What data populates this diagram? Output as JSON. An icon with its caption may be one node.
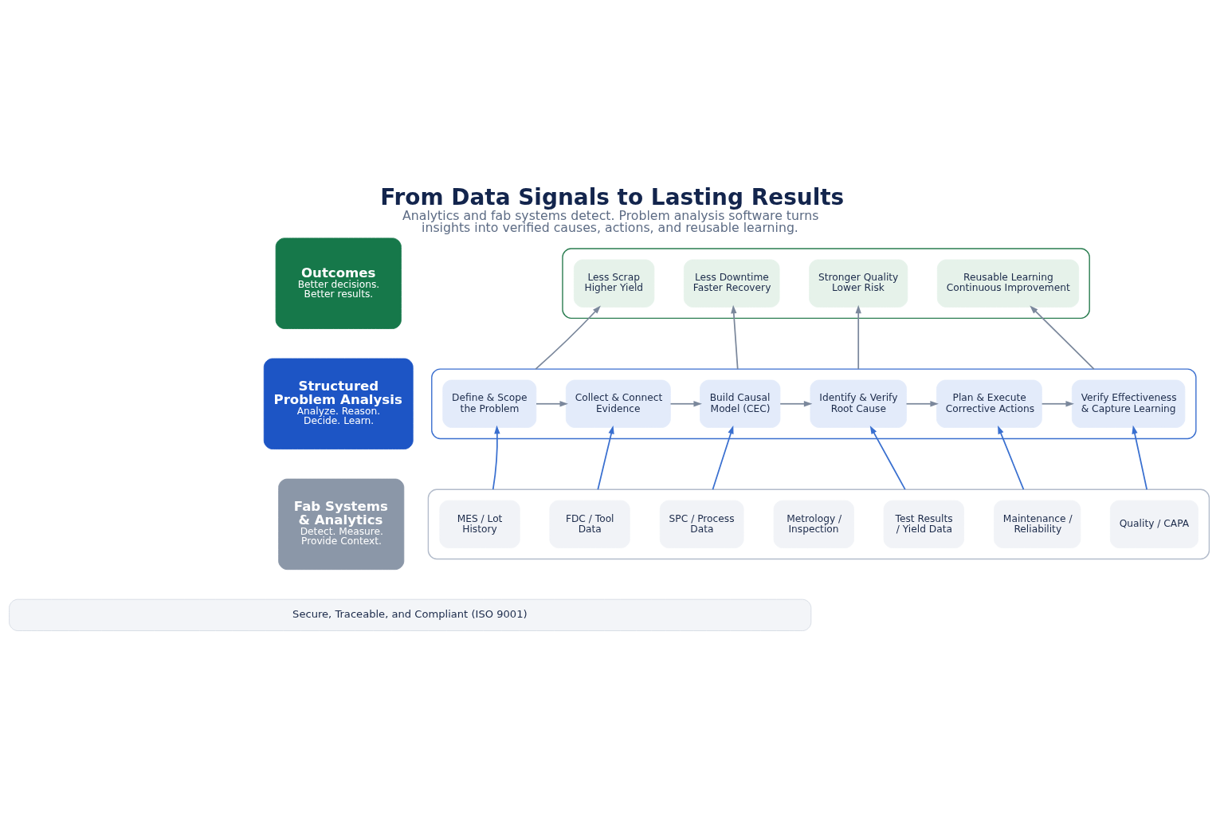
{
  "diagram": {
    "title": "From Data Signals to Lasting Results",
    "caption": "Analytics and fab systems detect. Problem analysis software turns insights into verified causes, actions, and reusable learning.",
    "nodes": [
      {
        "text": [
          "Outcomes",
          "Better decisions. Better results."
        ]
      },
      {
        "text": [],
        "shape": "box"
      },
      {
        "text": [
          "Less Scrap Higher Yield"
        ],
        "in": 1
      },
      {
        "text": [
          "Less Downtime Faster Recovery"
        ],
        "in": 1
      },
      {
        "text": [
          "Stronger Quality Lower Risk"
        ],
        "in": 1
      },
      {
        "text": [
          "Reusable Learning Continuous Improvement"
        ],
        "in": 1
      },
      {
        "text": [
          "Structured Problem Analysis",
          "Analyze. Reason. Decide. Learn."
        ]
      },
      {
        "text": [],
        "shape": "box"
      },
      {
        "text": [
          "Define & Scope the Problem"
        ],
        "in": 7
      },
      {
        "text": [
          "Collect & Connect Evidence"
        ],
        "in": 7
      },
      {
        "text": [
          "Build Causal Model (CEC)"
        ],
        "in": 7
      },
      {
        "text": [
          "Identify & Verify Root Cause"
        ],
        "in": 7
      },
      {
        "text": [
          "Plan & Execute Corrective Actions"
        ],
        "in": 7
      },
      {
        "text": [
          "Verify Effectiveness & Capture Learning"
        ],
        "in": 7
      },
      {
        "text": [
          "Fab Systems & Analytics",
          "Detect. Measure. Provide Context."
        ]
      },
      {
        "text": [],
        "shape": "box"
      },
      {
        "text": [
          "MES / Lot History"
        ],
        "in": 15
      },
      {
        "text": [
          "FDC / Tool Data"
        ],
        "in": 15
      },
      {
        "text": [
          "SPC / Process Data"
        ],
        "in": 15
      },
      {
        "text": [
          "Metrology / Inspection"
        ],
        "in": 15
      },
      {
        "text": [
          "Test Results / Yield Data"
        ],
        "in": 15
      },
      {
        "text": [
          "Maintenance / Reliability"
        ],
        "in": 15
      },
      {
        "text": [
          "Quality / CAPA"
        ],
        "in": 15
      },
      {
        "text": [
          "Secure, Traceable, and Compliant (ISO 9001)"
        ]
      }
    ],
    "edges": [
      {
        "from": 7,
        "to": 2,
        "arrow": "to"
      },
      {
        "from": 7,
        "to": 3,
        "arrow": "to"
      },
      {
        "from": 7,
        "to": 4,
        "arrow": "to"
      },
      {
        "from": 7,
        "to": 5,
        "arrow": "to"
      },
      {
        "from": 8,
        "to": 9,
        "arrow": "to"
      },
      {
        "from": 9,
        "to": 10,
        "arrow": "to"
      },
      {
        "from": 10,
        "to": 11,
        "arrow": "to"
      },
      {
        "from": 11,
        "to": 12,
        "arrow": "to"
      },
      {
        "from": 12,
        "to": 13,
        "arrow": "to"
      },
      {
        "from": 15,
        "to": 8,
        "arrow": "to",
        "color": "#3a70d0"
      },
      {
        "from": 15,
        "to": 9,
        "arrow": "to",
        "color": "#3a70d0"
      },
      {
        "from": 15,
        "to": 10,
        "arrow": "to",
        "color": "#3a70d0"
      },
      {
        "from": 15,
        "to": 11,
        "arrow": "to",
        "color": "#3a70d0"
      },
      {
        "from": 15,
        "to": 12,
        "arrow": "to",
        "color": "#3a70d0"
      },
      {
        "from": 15,
        "to": 13,
        "arrow": "to",
        "color": "#3a70d0"
      }
    ]
  }
}
